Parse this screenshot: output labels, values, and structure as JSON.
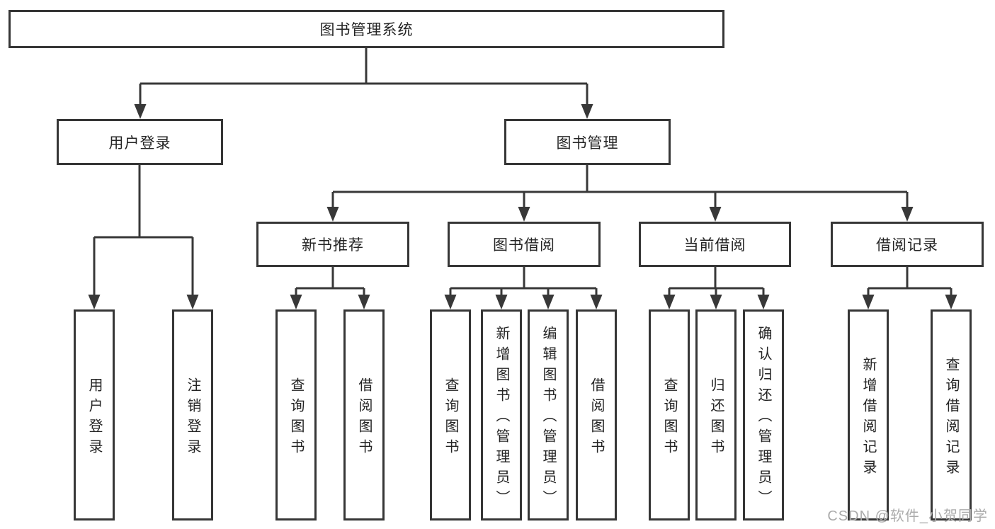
{
  "diagram": {
    "title": "图书管理系统",
    "branches": [
      {
        "label": "用户登录",
        "children": [
          {
            "label": "用户登录"
          },
          {
            "label": "注销登录"
          }
        ]
      },
      {
        "label": "图书管理",
        "children": [
          {
            "label": "新书推荐",
            "children": [
              {
                "label": "查询图书"
              },
              {
                "label": "借阅图书"
              }
            ]
          },
          {
            "label": "图书借阅",
            "children": [
              {
                "label": "查询图书"
              },
              {
                "label": "新增图书（管理员）"
              },
              {
                "label": "编辑图书（管理员）"
              },
              {
                "label": "借阅图书"
              }
            ]
          },
          {
            "label": "当前借阅",
            "children": [
              {
                "label": "查询图书"
              },
              {
                "label": "归还图书"
              },
              {
                "label": "确认归还（管理员）"
              }
            ]
          },
          {
            "label": "借阅记录",
            "children": [
              {
                "label": "新增借阅记录"
              },
              {
                "label": "查询借阅记录"
              }
            ]
          }
        ]
      }
    ]
  },
  "watermark": {
    "text": "CSDN @软件_小贺同学",
    "color": "#ababab"
  },
  "colors": {
    "line": "#383838",
    "box_border": "#363636",
    "text": "#242424",
    "background": "#ffffff"
  }
}
